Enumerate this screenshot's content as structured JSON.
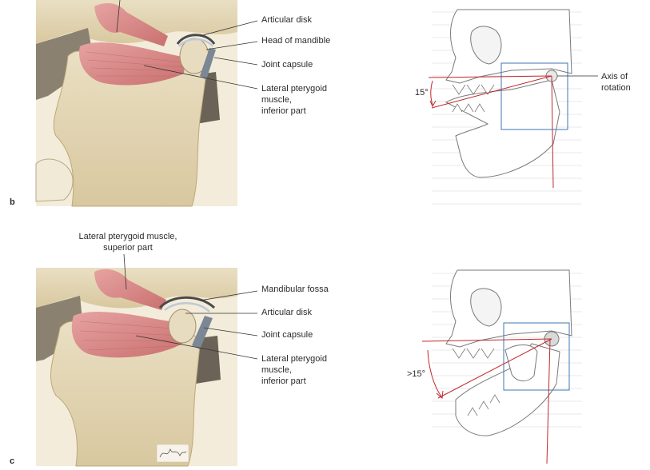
{
  "panel_b": {
    "letter": "b",
    "labels": {
      "articular_disk": "Articular disk",
      "head_of_mandible": "Head of mandible",
      "joint_capsule": "Joint capsule",
      "lat_pterygoid_inferior_line1": "Lateral pterygoid",
      "lat_pterygoid_inferior_line2": "muscle,",
      "lat_pterygoid_inferior_line3": "inferior part"
    },
    "schematic": {
      "angle_label": "15°",
      "axis_label_line1": "Axis of",
      "axis_label_line2": "rotation"
    }
  },
  "panel_c": {
    "letter": "c",
    "labels": {
      "lat_pterygoid_superior_line1": "Lateral pterygoid muscle,",
      "lat_pterygoid_superior_line2": "superior part",
      "mandibular_fossa": "Mandibular fossa",
      "articular_disk": "Articular disk",
      "joint_capsule": "Joint capsule",
      "lat_pterygoid_inferior_line1": "Lateral pterygoid",
      "lat_pterygoid_inferior_line2": "muscle,",
      "lat_pterygoid_inferior_line3": "inferior part"
    },
    "schematic": {
      "angle_label": ">15°"
    }
  },
  "colors": {
    "bone": "#e3d6b4",
    "muscle": "#d98a88",
    "accent_line": "#c0282d",
    "highlight_box": "#3f74b4",
    "skull_outline": "#7a7a7a"
  }
}
